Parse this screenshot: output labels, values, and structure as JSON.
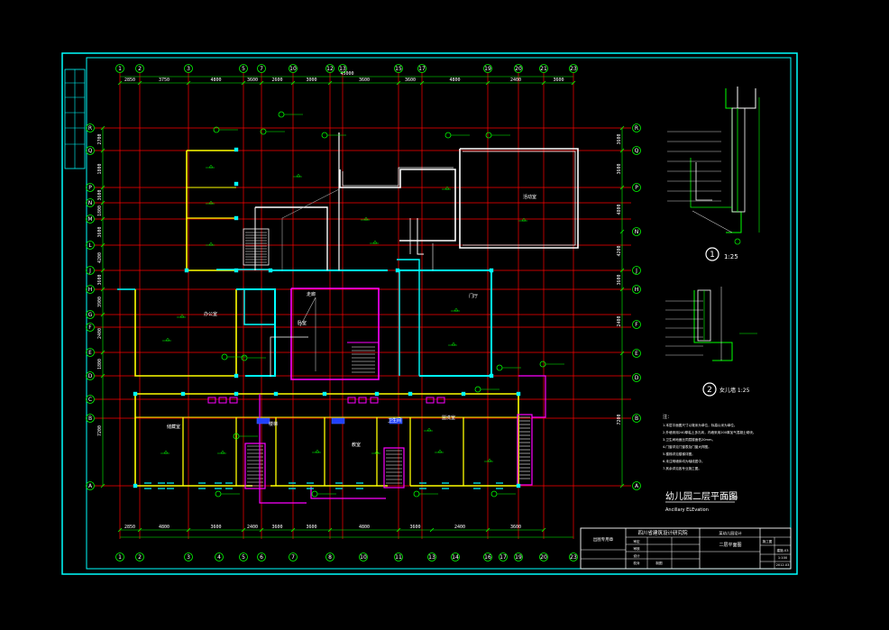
{
  "drawing": {
    "title": "幼儿园二层平面图",
    "title_scale": "1:100",
    "subtitle": "Ancillary ELEvation",
    "colors": {
      "background": "#000000",
      "frame": "#00ffff",
      "grid": "#ff0000",
      "dimension": "#00ff00",
      "wall": "#ffff00",
      "column": "#00ffff",
      "stair": "#ff00ff",
      "partition": "#ffffff"
    },
    "axes_top": [
      "1",
      "2",
      "3",
      "5",
      "7",
      "10",
      "12",
      "13",
      "15",
      "17",
      "19",
      "20",
      "21",
      "23"
    ],
    "axes_bottom": [
      "1",
      "2",
      "3",
      "4",
      "5",
      "6",
      "7",
      "8",
      "10",
      "11",
      "13",
      "14",
      "16",
      "17",
      "19",
      "20",
      "23"
    ],
    "axes_left": [
      "R",
      "Q",
      "P",
      "N",
      "M",
      "L",
      "J",
      "H",
      "G",
      "F",
      "E",
      "D",
      "C",
      "B",
      "A"
    ],
    "axes_right": [
      "R",
      "Q",
      "P",
      "N",
      "J",
      "H",
      "F",
      "E",
      "D",
      "B",
      "A"
    ],
    "top_dims": [
      "2850",
      "3750",
      "4800",
      "3600",
      "2600",
      "3000",
      "3600",
      "3600",
      "4800",
      "2400",
      "3600"
    ],
    "top_total": "45000",
    "bottom_dims": [
      "2850",
      "4800",
      "3600",
      "2400",
      "3600",
      "3600",
      "4800",
      "3600",
      "2400",
      "3600"
    ],
    "left_dims": [
      "2700",
      "1800",
      "3600",
      "1800",
      "3600",
      "4200",
      "3600",
      "3900",
      "2400",
      "1800",
      "7200"
    ],
    "right_dims": [
      "3600",
      "3600",
      "4800",
      "4200",
      "3600",
      "2400",
      "7200"
    ],
    "room_labels": [
      "活动室",
      "卧室",
      "卫生间",
      "楼梯",
      "走廊",
      "办公室",
      "门厅",
      "储藏室",
      "盥洗室",
      "教室"
    ],
    "detail_1_label": "1",
    "detail_1_scale": "1:25",
    "detail_2_label": "2",
    "detail_2_scale": "女儿墙 1:25",
    "notes": {
      "header": "注：",
      "lines": [
        "1.本层平面图尺寸以毫米为单位，标高以米为单位。",
        "2.外墙采用240厚粘土多孔砖，内墙采用200厚加气混凝土砌块。",
        "3.卫生间地面比同层楼面低20mm。",
        "4.门窗详见门窗表及门窗大样图。",
        "5.楼梯详见楼梯详图。",
        "6.未注明墙体均为轴线居中。",
        "7.其余详见各专业施工图。"
      ]
    },
    "title_block": {
      "company": "四川省建筑设计研究院",
      "project": "某幼儿园设计",
      "drawing_name": "二层平面图",
      "rows": [
        "审定",
        "审核",
        "设计",
        "校对",
        "制图"
      ],
      "stage": "施工图",
      "drawing_no": "建施-03",
      "scale": "1:100",
      "date": "2012.03"
    },
    "stamp_label": "出图专用章"
  }
}
